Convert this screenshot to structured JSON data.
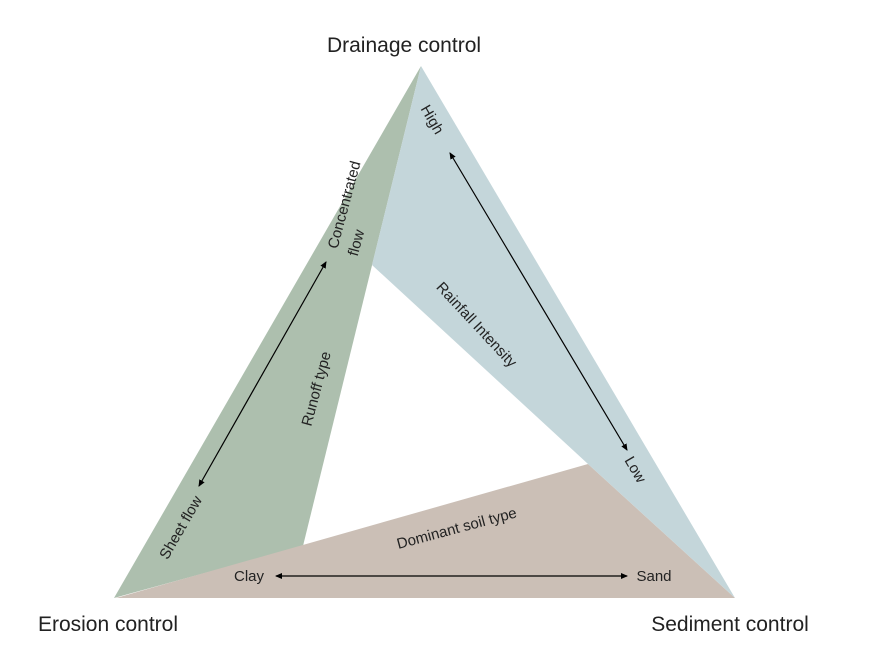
{
  "vertices": {
    "top": "Drainage control",
    "left": "Erosion control",
    "right": "Sediment control"
  },
  "runoff": {
    "axis": "Runoff type",
    "high": "Concentrated",
    "high2": "flow",
    "low": "Sheet flow",
    "color": "#adbfae"
  },
  "rainfall": {
    "axis": "Rainfall Intensity",
    "high": "High",
    "low": "Low",
    "color": "#c4d6da"
  },
  "soil": {
    "axis": "Dominant soil type",
    "left": "Clay",
    "right": "Sand",
    "color": "#cbbfb6"
  }
}
